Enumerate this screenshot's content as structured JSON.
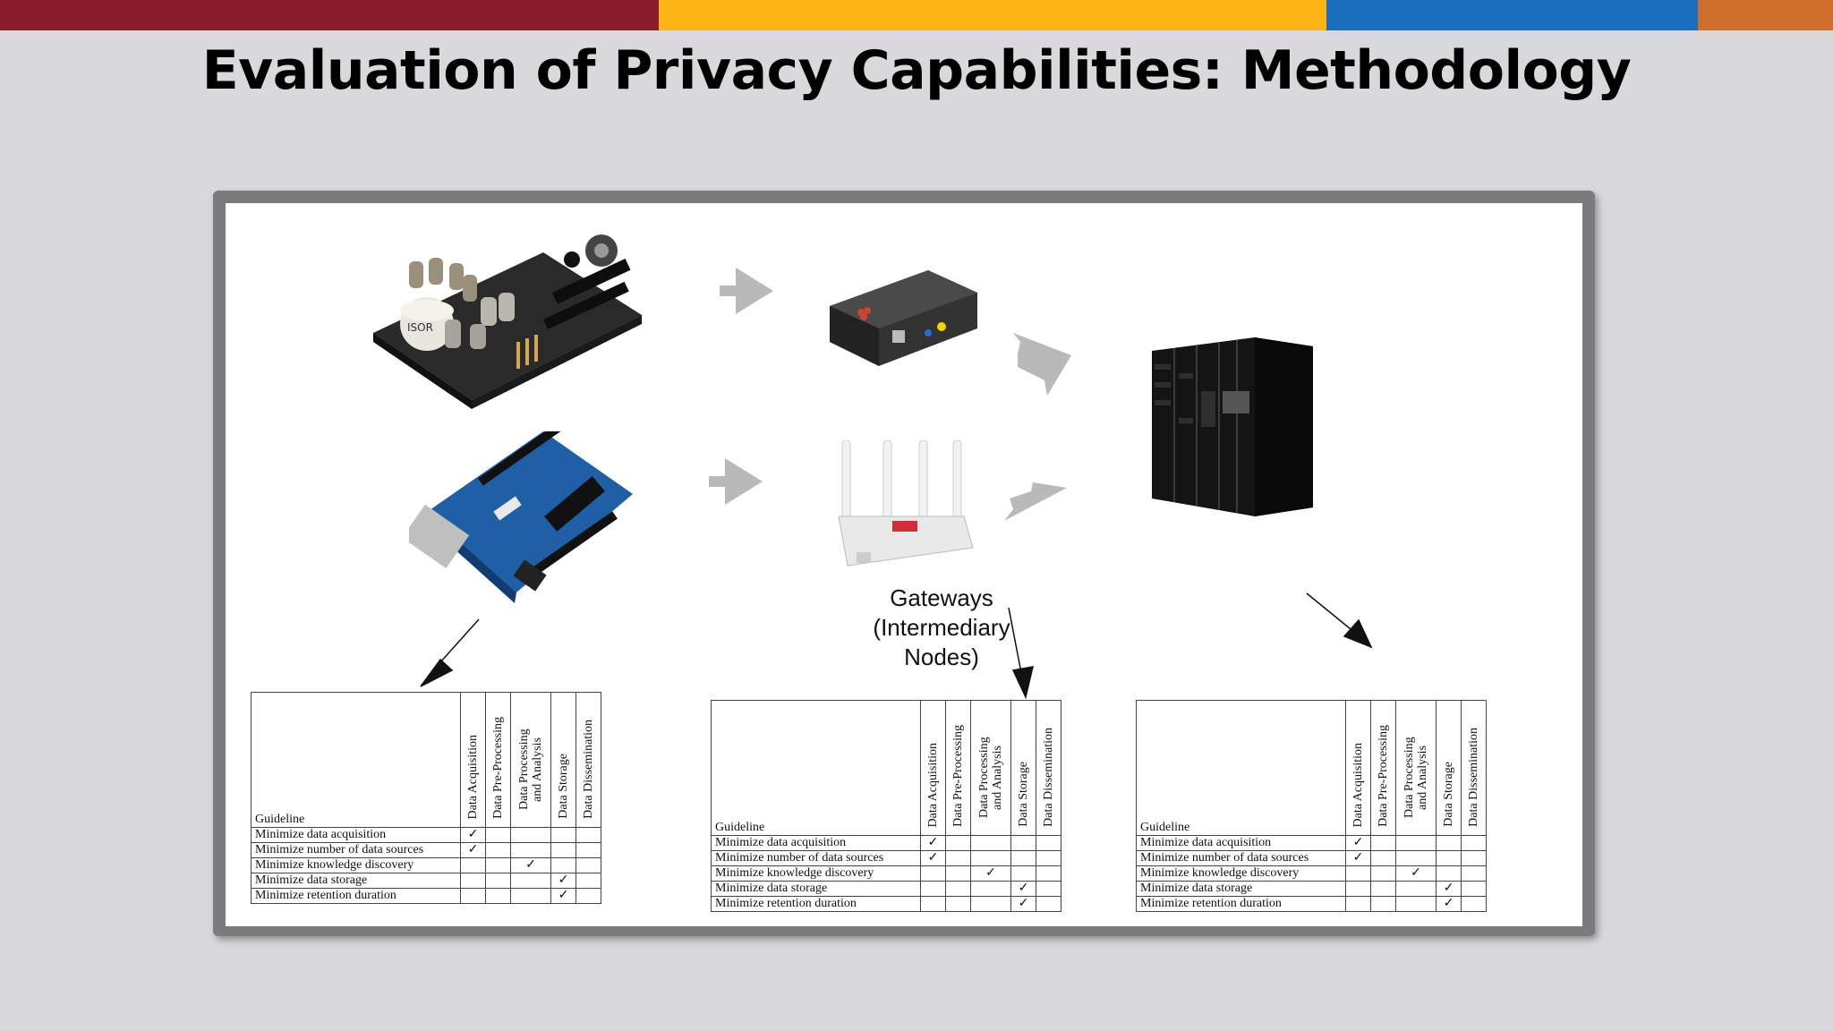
{
  "slide": {
    "title": "Evaluation of Privacy Capabilities: Methodology",
    "accent_colors": [
      "#8b1d2c",
      "#fdb515",
      "#1a6ebd",
      "#cf6f2b"
    ]
  },
  "diagram": {
    "gateway_label_lines": [
      "Gateways",
      "(Intermediary",
      "Nodes)"
    ],
    "nodes": [
      "sensor-board",
      "arduino-board",
      "raspberry-pi-gateway",
      "wifi-router-gateway",
      "server-rack"
    ]
  },
  "guideline_tables": [
    {
      "header": "Guideline",
      "columns": [
        "Data Acquisition",
        "Data Pre-Processing",
        "Data Processing and Analysis",
        "Data Storage",
        "Data Dissemination"
      ],
      "rows": [
        {
          "guideline": "Minimize data acquisition",
          "checks": [
            "✓",
            "",
            "",
            "",
            ""
          ]
        },
        {
          "guideline": "Minimize number of data sources",
          "checks": [
            "✓",
            "",
            "",
            "",
            ""
          ]
        },
        {
          "guideline": "Minimize knowledge discovery",
          "checks": [
            "",
            "",
            "✓",
            "",
            ""
          ]
        },
        {
          "guideline": "Minimize data storage",
          "checks": [
            "",
            "",
            "",
            "✓",
            ""
          ]
        },
        {
          "guideline": "Minimize retention duration",
          "checks": [
            "",
            "",
            "",
            "✓",
            ""
          ]
        }
      ]
    },
    {
      "header": "Guideline",
      "columns": [
        "Data Acquisition",
        "Data Pre-Processing",
        "Data Processing and Analysis",
        "Data Storage",
        "Data Dissemination"
      ],
      "rows": [
        {
          "guideline": "Minimize data acquisition",
          "checks": [
            "✓",
            "",
            "",
            "",
            ""
          ]
        },
        {
          "guideline": "Minimize number of data sources",
          "checks": [
            "✓",
            "",
            "",
            "",
            ""
          ]
        },
        {
          "guideline": "Minimize knowledge discovery",
          "checks": [
            "",
            "",
            "✓",
            "",
            ""
          ]
        },
        {
          "guideline": "Minimize data storage",
          "checks": [
            "",
            "",
            "",
            "✓",
            ""
          ]
        },
        {
          "guideline": "Minimize retention duration",
          "checks": [
            "",
            "",
            "",
            "✓",
            ""
          ]
        }
      ]
    },
    {
      "header": "Guideline",
      "columns": [
        "Data Acquisition",
        "Data Pre-Processing",
        "Data Processing and Analysis",
        "Data Storage",
        "Data Dissemination"
      ],
      "rows": [
        {
          "guideline": "Minimize data acquisition",
          "checks": [
            "✓",
            "",
            "",
            "",
            ""
          ]
        },
        {
          "guideline": "Minimize number of data sources",
          "checks": [
            "✓",
            "",
            "",
            "",
            ""
          ]
        },
        {
          "guideline": "Minimize knowledge discovery",
          "checks": [
            "",
            "",
            "✓",
            "",
            ""
          ]
        },
        {
          "guideline": "Minimize data storage",
          "checks": [
            "",
            "",
            "",
            "✓",
            ""
          ]
        },
        {
          "guideline": "Minimize retention duration",
          "checks": [
            "",
            "",
            "",
            "✓",
            ""
          ]
        }
      ]
    }
  ]
}
